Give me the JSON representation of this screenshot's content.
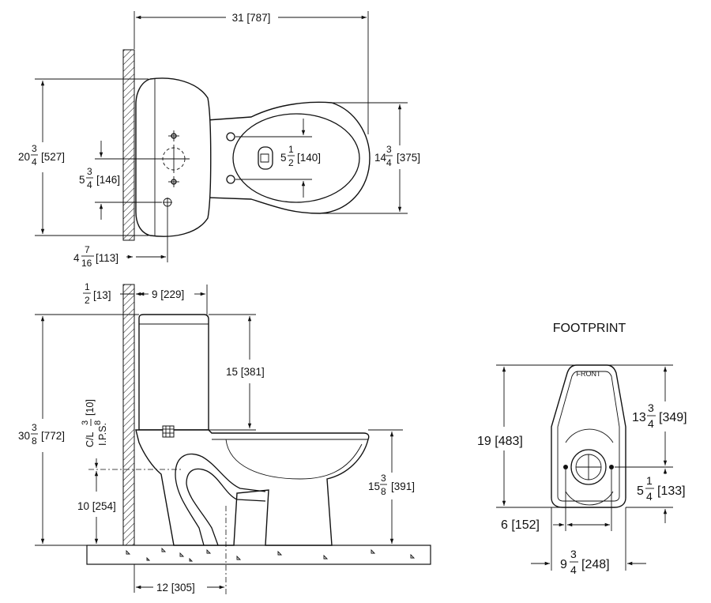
{
  "footprint": {
    "title": "FOOTPRINT",
    "front_label": "FRONT"
  },
  "labels": {
    "overall_length": "31 [787]",
    "tank_depth_whole": "20",
    "tank_depth_num": "3",
    "tank_depth_den": "4",
    "tank_depth_mm": "[527]",
    "bowl_width_whole": "14",
    "bowl_width_num": "3",
    "bowl_width_den": "4",
    "bowl_width_mm": "[375]",
    "bolt_spacing_whole": "5",
    "bolt_spacing_num": "1",
    "bolt_spacing_den": "2",
    "bolt_spacing_mm": "[140]",
    "tank_holes_whole": "5",
    "tank_holes_num": "3",
    "tank_holes_den": "4",
    "tank_holes_mm": "[146]",
    "supply_offset_whole": "4",
    "supply_offset_num": "7",
    "supply_offset_den": "16",
    "supply_offset_mm": "[113]",
    "gap_num": "1",
    "gap_den": "2",
    "gap_mm": "[13]",
    "tank_width": "9 [229]",
    "tank_height": "15 [381]",
    "overall_height_whole": "30",
    "overall_height_num": "3",
    "overall_height_den": "8",
    "overall_height_mm": "[772]",
    "cl_label": "C/L",
    "cl_num": "3",
    "cl_den": "8",
    "cl_mm": "[10]",
    "ips_label": "I.P.S.",
    "supply_height": "10 [254]",
    "rim_height_whole": "15",
    "rim_height_num": "3",
    "rim_height_den": "8",
    "rim_height_mm": "[391]",
    "rough_in": "12 [305]",
    "fp_length": "19 [483]",
    "fp_front_whole": "13",
    "fp_front_num": "3",
    "fp_front_den": "4",
    "fp_front_mm": "[349]",
    "fp_rear_whole": "5",
    "fp_rear_num": "1",
    "fp_rear_den": "4",
    "fp_rear_mm": "[133]",
    "fp_flange": "6 [152]",
    "fp_width_whole": "9",
    "fp_width_num": "3",
    "fp_width_den": "4",
    "fp_width_mm": "[248]"
  }
}
